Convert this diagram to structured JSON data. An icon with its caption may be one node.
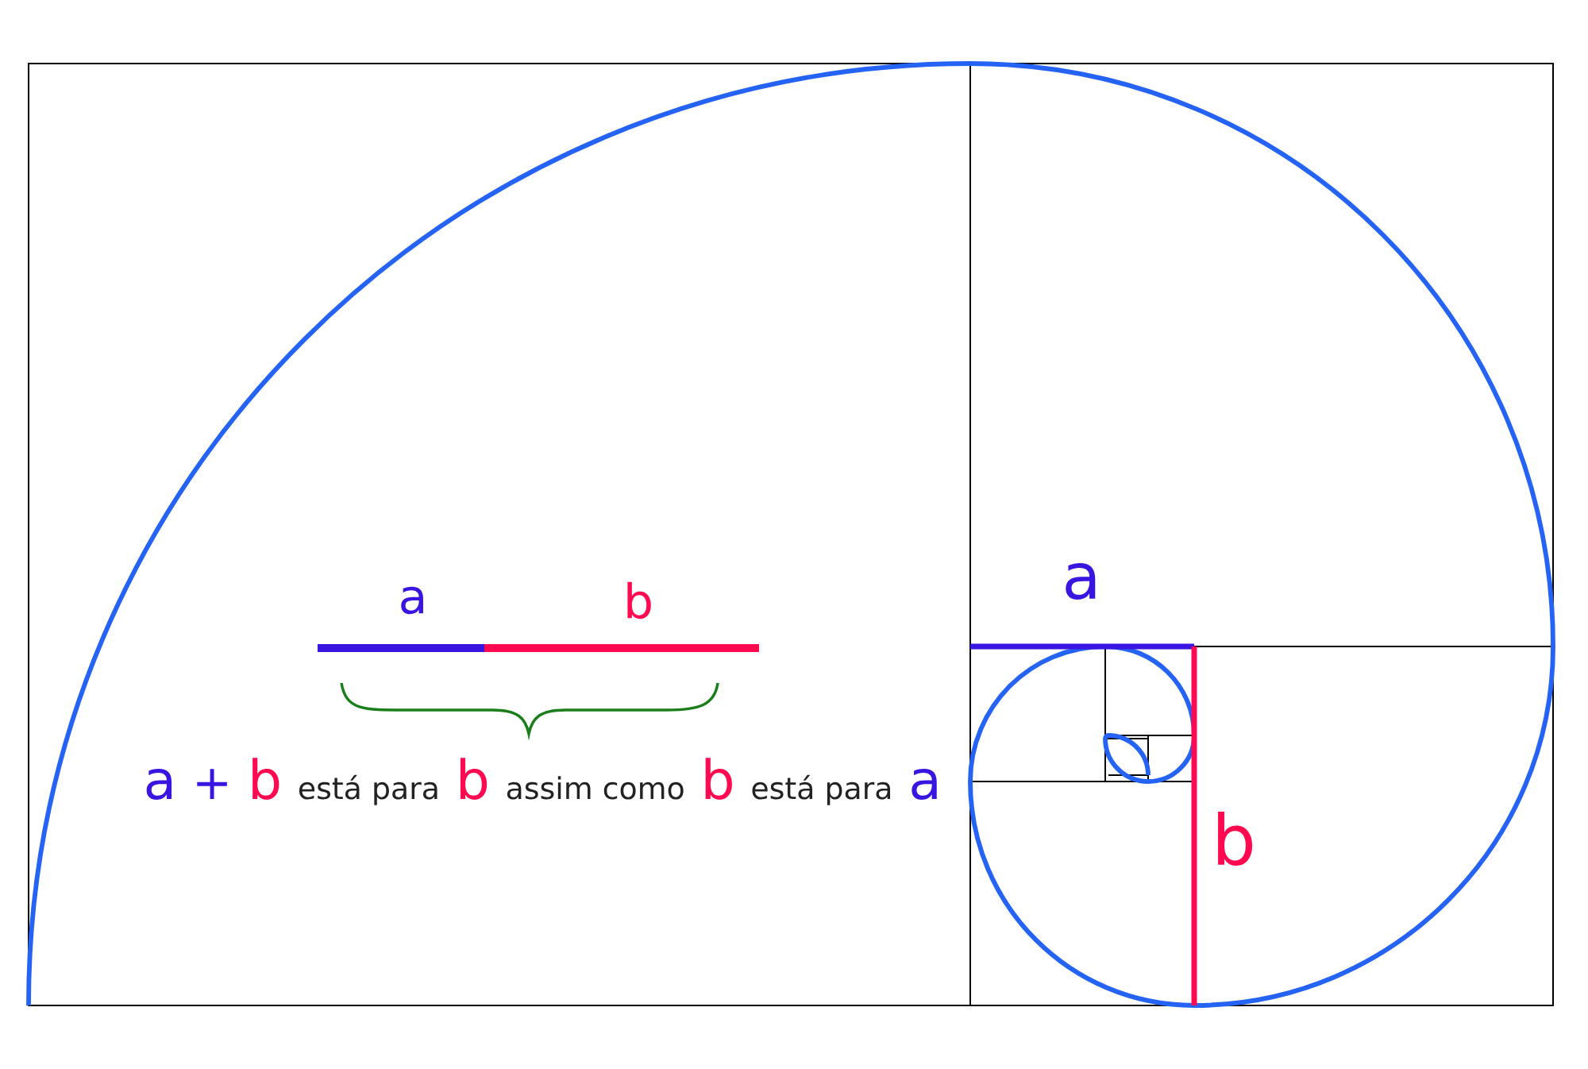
{
  "diagram": {
    "labels": [
      "a",
      "b",
      "a",
      "+",
      "b",
      "está para",
      "b",
      "assim como",
      "b",
      "está para",
      "a",
      "a",
      "b"
    ]
  }
}
